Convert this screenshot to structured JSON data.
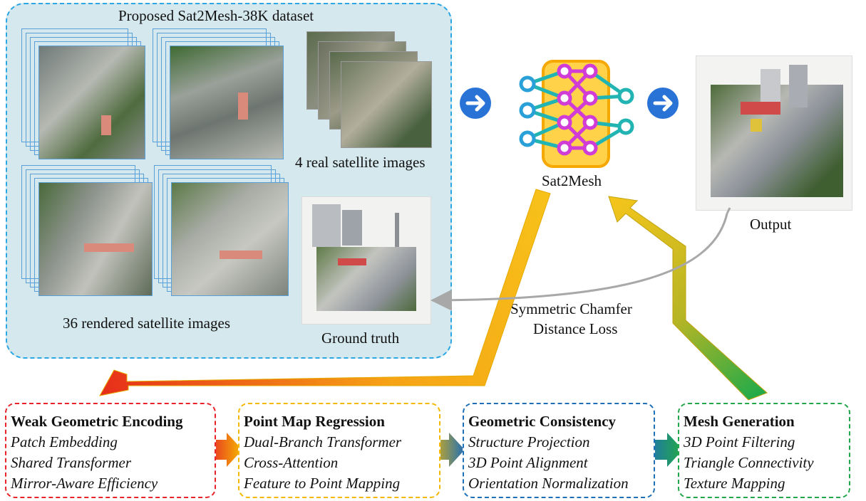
{
  "dataset": {
    "title": "Proposed Sat2Mesh-38K dataset",
    "real_caption": "4 real satellite images",
    "rendered_caption": "36 rendered satellite images",
    "gt_caption": "Ground truth"
  },
  "model": {
    "name": "Sat2Mesh"
  },
  "output": {
    "caption": "Output"
  },
  "loss": {
    "line1": "Symmetric Chamfer",
    "line2": "Distance Loss"
  },
  "stages": [
    {
      "title": "Weak Geometric Encoding",
      "items": [
        "Patch Embedding",
        "Shared Transformer",
        "Mirror-Aware Efficiency"
      ],
      "color": "#e8232a"
    },
    {
      "title": "Point Map Regression",
      "items": [
        "Dual-Branch Transformer",
        "Cross-Attention",
        "Feature to Point Mapping"
      ],
      "color": "#f5b800"
    },
    {
      "title": "Geometric Consistency",
      "items": [
        "Structure Projection",
        "3D Point Alignment",
        "Orientation Normalization"
      ],
      "color": "#1f6fb6"
    },
    {
      "title": "Mesh Generation",
      "items": [
        "3D Point Filtering",
        "Triangle Connectivity",
        "Texture Mapping"
      ],
      "color": "#22a84a"
    }
  ],
  "colors": {
    "panel_bg": "#d4e8ee",
    "panel_border": "#2aa7e4",
    "arrow_circle": "#2a73d6"
  },
  "icons": [
    "right-arrow-icon",
    "neural-network-icon",
    "right-arrow-icon"
  ]
}
